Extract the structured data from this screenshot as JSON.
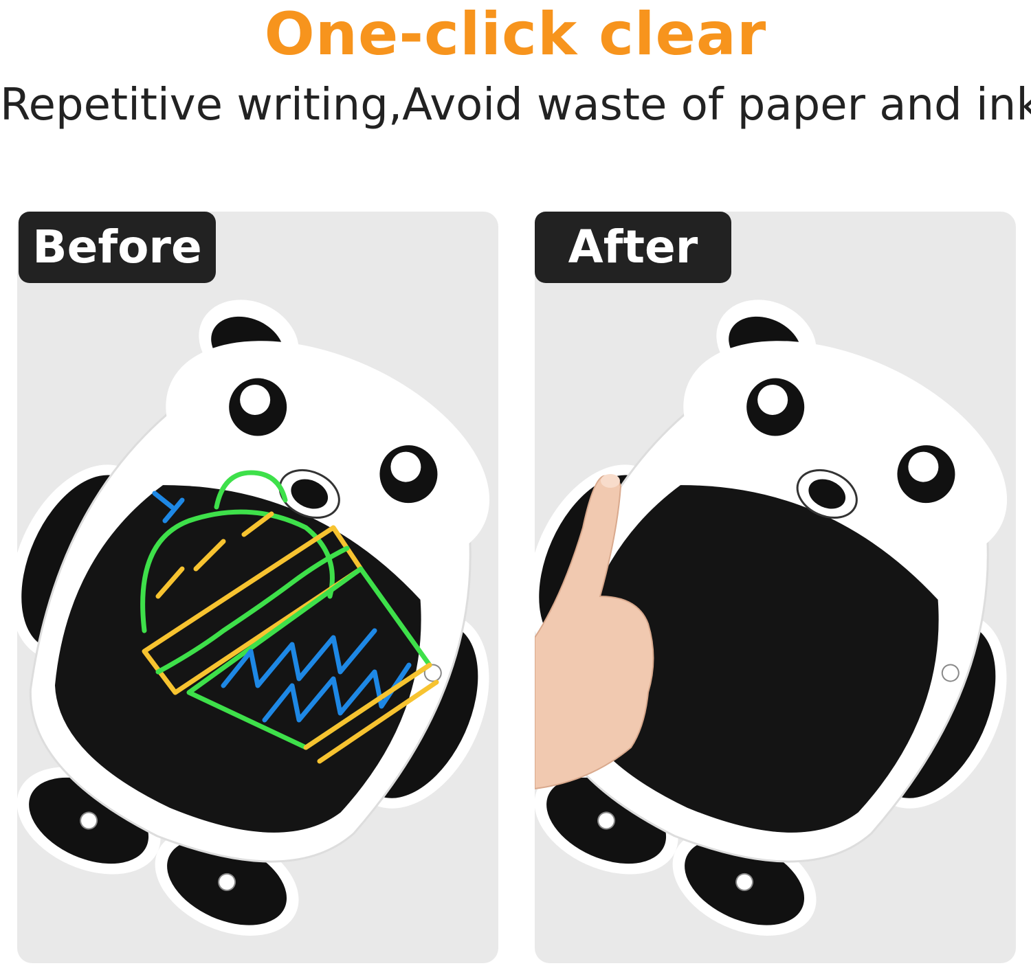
{
  "header": {
    "title": "One-click clear",
    "subtitle": "Repetitive writing,Avoid waste of paper and ink"
  },
  "panels": [
    {
      "label": "Before",
      "state": "drawing-on-screen"
    },
    {
      "label": "After",
      "state": "screen-cleared"
    }
  ],
  "colors": {
    "title": "#f7941d",
    "tag_background": "#222222",
    "panel_background": "#e9e9e9",
    "drawing_green": "#3ee04a",
    "drawing_yellow": "#f7c330",
    "drawing_blue": "#1e88e5"
  },
  "icons": [
    "panda-tablet-icon",
    "finger-pressing-button-icon"
  ]
}
